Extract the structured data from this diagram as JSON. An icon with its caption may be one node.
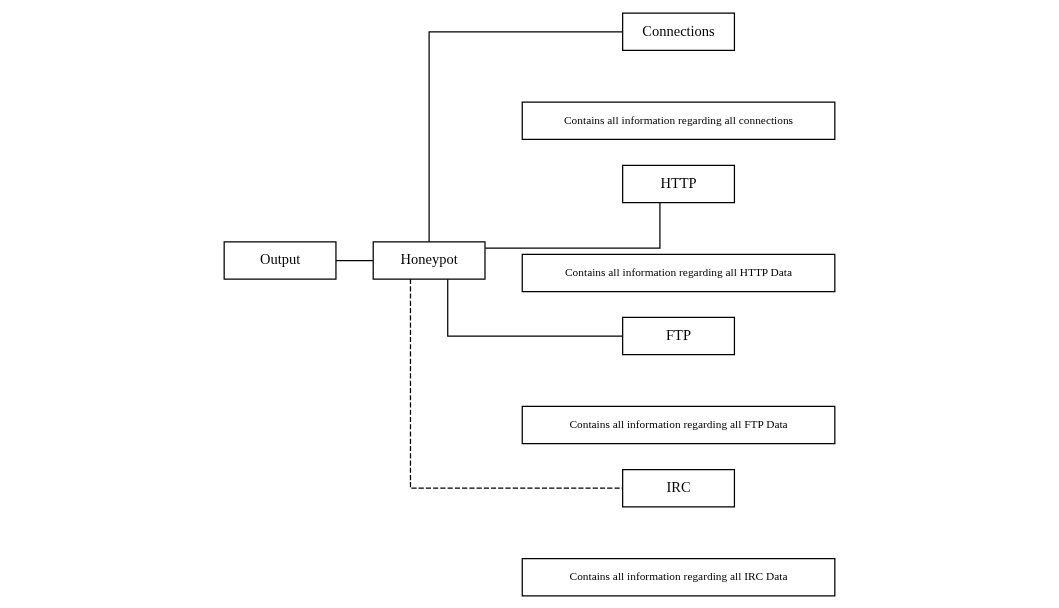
{
  "diagram": {
    "nodes": [
      {
        "text": [
          "Output"
        ]
      },
      {
        "text": [
          "Honeypot"
        ]
      },
      {
        "text": [
          "Connections"
        ]
      },
      {
        "text": [
          "Contains all information regarding all connections"
        ]
      },
      {
        "text": [
          "HTTP"
        ]
      },
      {
        "text": [
          "Contains all information regarding all HTTP Data"
        ]
      },
      {
        "text": [
          "FTP"
        ]
      },
      {
        "text": [
          "Contains all information regarding all FTP Data"
        ]
      },
      {
        "text": [
          "IRC"
        ]
      },
      {
        "text": [
          "Contains all information regarding all IRC Data"
        ]
      }
    ],
    "edges": [
      {
        "from": 0,
        "to": 1,
        "arrow": "none"
      },
      {
        "from": 1,
        "to": 2,
        "arrow": "none"
      },
      {
        "from": 1,
        "to": 4,
        "arrow": "none"
      },
      {
        "from": 1,
        "to": 6,
        "arrow": "none"
      },
      {
        "from": 1,
        "to": 8,
        "arrow": "none",
        "style": "dashed"
      }
    ]
  }
}
